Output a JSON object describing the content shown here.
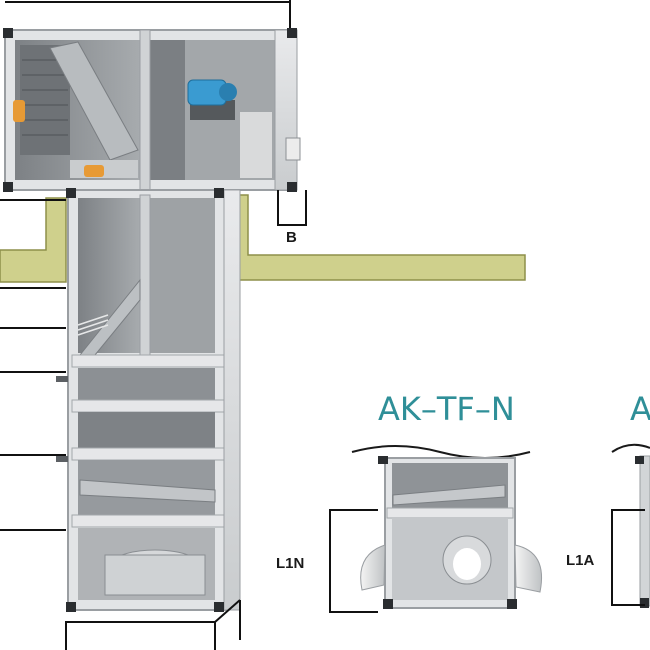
{
  "diagram": {
    "labels": {
      "b": "B",
      "l1n": "L1N",
      "l1a": "L1A"
    },
    "models": {
      "tf_n": "AK–TF–N",
      "partial": "A"
    },
    "colors": {
      "frame": "#d8dadc",
      "frame_dark": "#9a9ea2",
      "interior": "#8e9296",
      "roof": "#cfd08c",
      "roof_edge": "#8d8f4a",
      "model_text": "#2f8f98",
      "fan_motor": "#3a9bd1",
      "filter_clip": "#e79a35"
    },
    "icons": [
      "fan-motor-icon",
      "filter-clip-icon",
      "duct-outlet-icon"
    ]
  }
}
